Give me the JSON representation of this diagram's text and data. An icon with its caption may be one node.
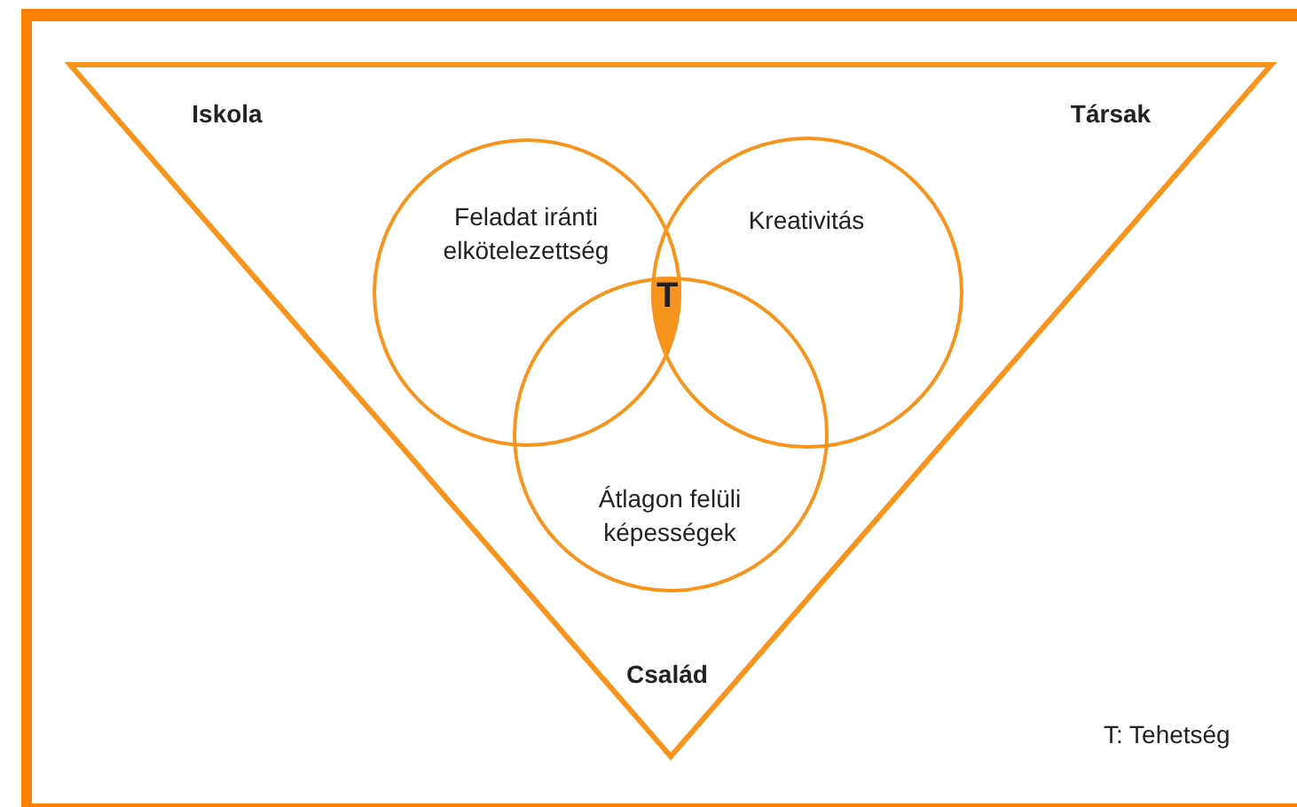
{
  "diagram": {
    "nodes": [
      {
        "text": [
          "Iskola",
          "Társak",
          "Család"
        ]
      },
      {
        "text": [
          "Feladat iránti elkötelezettség"
        ],
        "in": 0
      },
      {
        "text": [
          "Kreativitás"
        ],
        "in": 0
      },
      {
        "text": [
          "Átlagon felüli képességek"
        ],
        "in": 0
      }
    ],
    "labels": [
      "T",
      "T: Tehetség"
    ]
  }
}
